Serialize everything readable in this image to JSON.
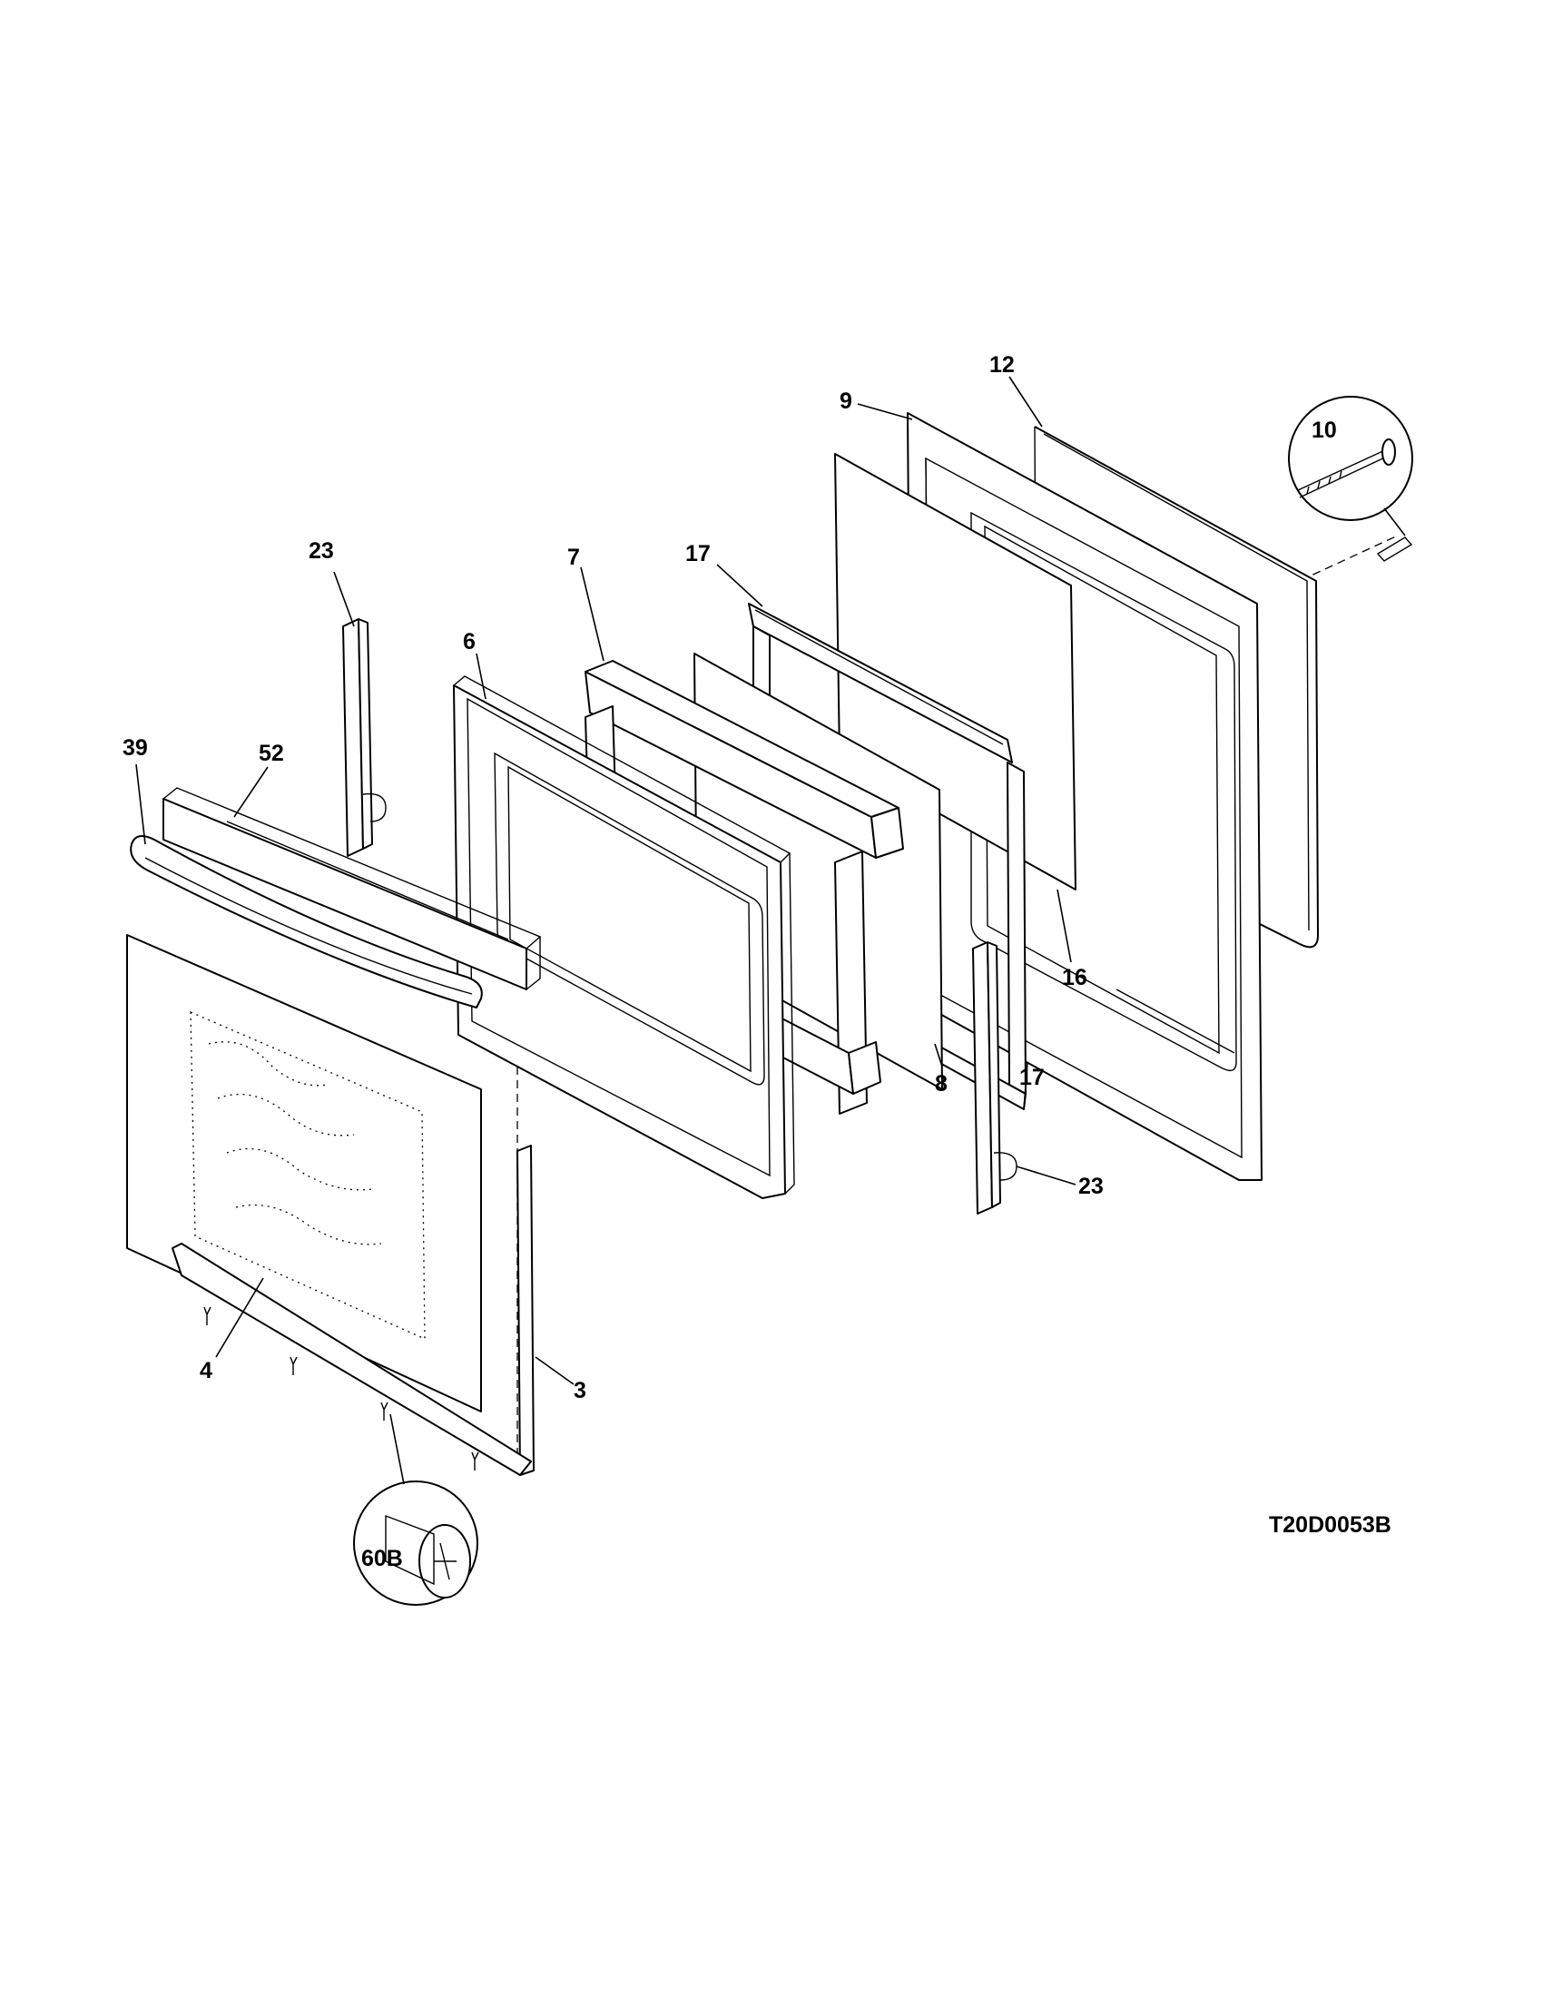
{
  "diagram_code": "T20D0053B",
  "callouts": {
    "c3": "3",
    "c4": "4",
    "c6": "6",
    "c7": "7",
    "c8": "8",
    "c9": "9",
    "c10": "10",
    "c12": "12",
    "c16": "16",
    "c17a": "17",
    "c17b": "17",
    "c23a": "23",
    "c23b": "23",
    "c39": "39",
    "c52": "52",
    "c60b": "60B"
  }
}
